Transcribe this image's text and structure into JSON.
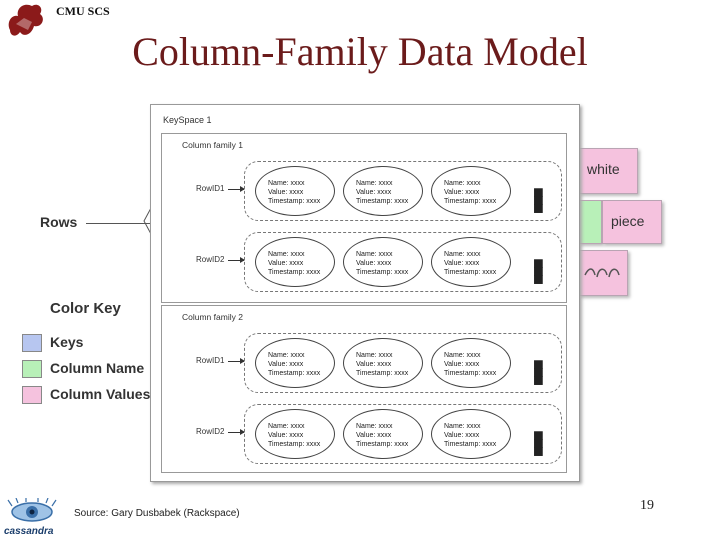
{
  "header": {
    "label": "CMU SCS",
    "title": "Column-Family Data Model"
  },
  "legend": {
    "rows_label": "Rows",
    "color_key_title": "Color Key",
    "items": [
      {
        "label": "Keys",
        "color": "#b7c6f0"
      },
      {
        "label": "Column Name",
        "color": "#b8f0b8"
      },
      {
        "label": "Column Values",
        "color": "#f5c2de"
      }
    ]
  },
  "background_cells": {
    "white": "white",
    "piece": "piece"
  },
  "keyspace": {
    "label": "KeySpace 1",
    "families": [
      {
        "label": "Column family 1",
        "rows": [
          {
            "id": "RowID1",
            "columns": [
              {
                "name": "Name: xxxx",
                "value": "Value: xxxx",
                "timestamp": "Timestamp: xxxx"
              },
              {
                "name": "Name: xxxx",
                "value": "Value: xxxx",
                "timestamp": "Timestamp: xxxx"
              },
              {
                "name": "Name: xxxx",
                "value": "Value: xxxx",
                "timestamp": "Timestamp: xxxx"
              }
            ]
          },
          {
            "id": "RowID2",
            "columns": [
              {
                "name": "Name: xxxx",
                "value": "Value: xxxx",
                "timestamp": "Timestamp: xxxx"
              },
              {
                "name": "Name: xxxx",
                "value": "Value: xxxx",
                "timestamp": "Timestamp: xxxx"
              },
              {
                "name": "Name: xxxx",
                "value": "Value: xxxx",
                "timestamp": "Timestamp: xxxx"
              }
            ]
          }
        ]
      },
      {
        "label": "Column family 2",
        "rows": [
          {
            "id": "RowID1",
            "columns": [
              {
                "name": "Name: xxxx",
                "value": "Value: xxxx",
                "timestamp": "Timestamp: xxxx"
              },
              {
                "name": "Name: xxxx",
                "value": "Value: xxxx",
                "timestamp": "Timestamp: xxxx"
              },
              {
                "name": "Name: xxxx",
                "value": "Value: xxxx",
                "timestamp": "Timestamp: xxxx"
              }
            ]
          },
          {
            "id": "RowID2",
            "columns": [
              {
                "name": "Name: xxxx",
                "value": "Value: xxxx",
                "timestamp": "Timestamp: xxxx"
              },
              {
                "name": "Name: xxxx",
                "value": "Value: xxxx",
                "timestamp": "Timestamp: xxxx"
              },
              {
                "name": "Name: xxxx",
                "value": "Value: xxxx",
                "timestamp": "Timestamp: xxxx"
              }
            ]
          }
        ]
      }
    ],
    "more_indicator": "■ ■ ■"
  },
  "footer": {
    "source": "Source: Gary Dusbabek (Rackspace)",
    "page_number": "19"
  }
}
